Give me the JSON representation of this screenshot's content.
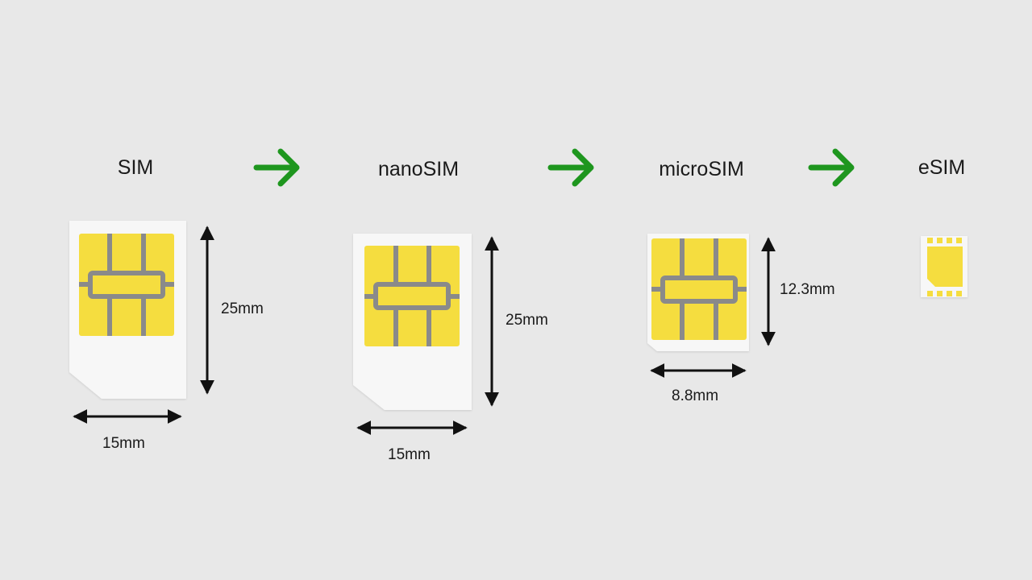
{
  "colors": {
    "background": "#e8e8e8",
    "card": "#f7f7f7",
    "chip": "#f5dd3f",
    "chip_lines": "#8a8a8a",
    "arrow": "#1e961e",
    "dimension": "#111111"
  },
  "stages": [
    {
      "id": "sim",
      "label": "SIM",
      "height": "25mm",
      "width": "15mm"
    },
    {
      "id": "nano",
      "label": "nanoSIM",
      "height": "25mm",
      "width": "15mm"
    },
    {
      "id": "micro",
      "label": "microSIM",
      "height": "12.3mm",
      "width": "8.8mm"
    },
    {
      "id": "esim",
      "label": "eSIM"
    }
  ],
  "arrows": [
    "sim-to-nano",
    "nano-to-micro",
    "micro-to-esim"
  ]
}
